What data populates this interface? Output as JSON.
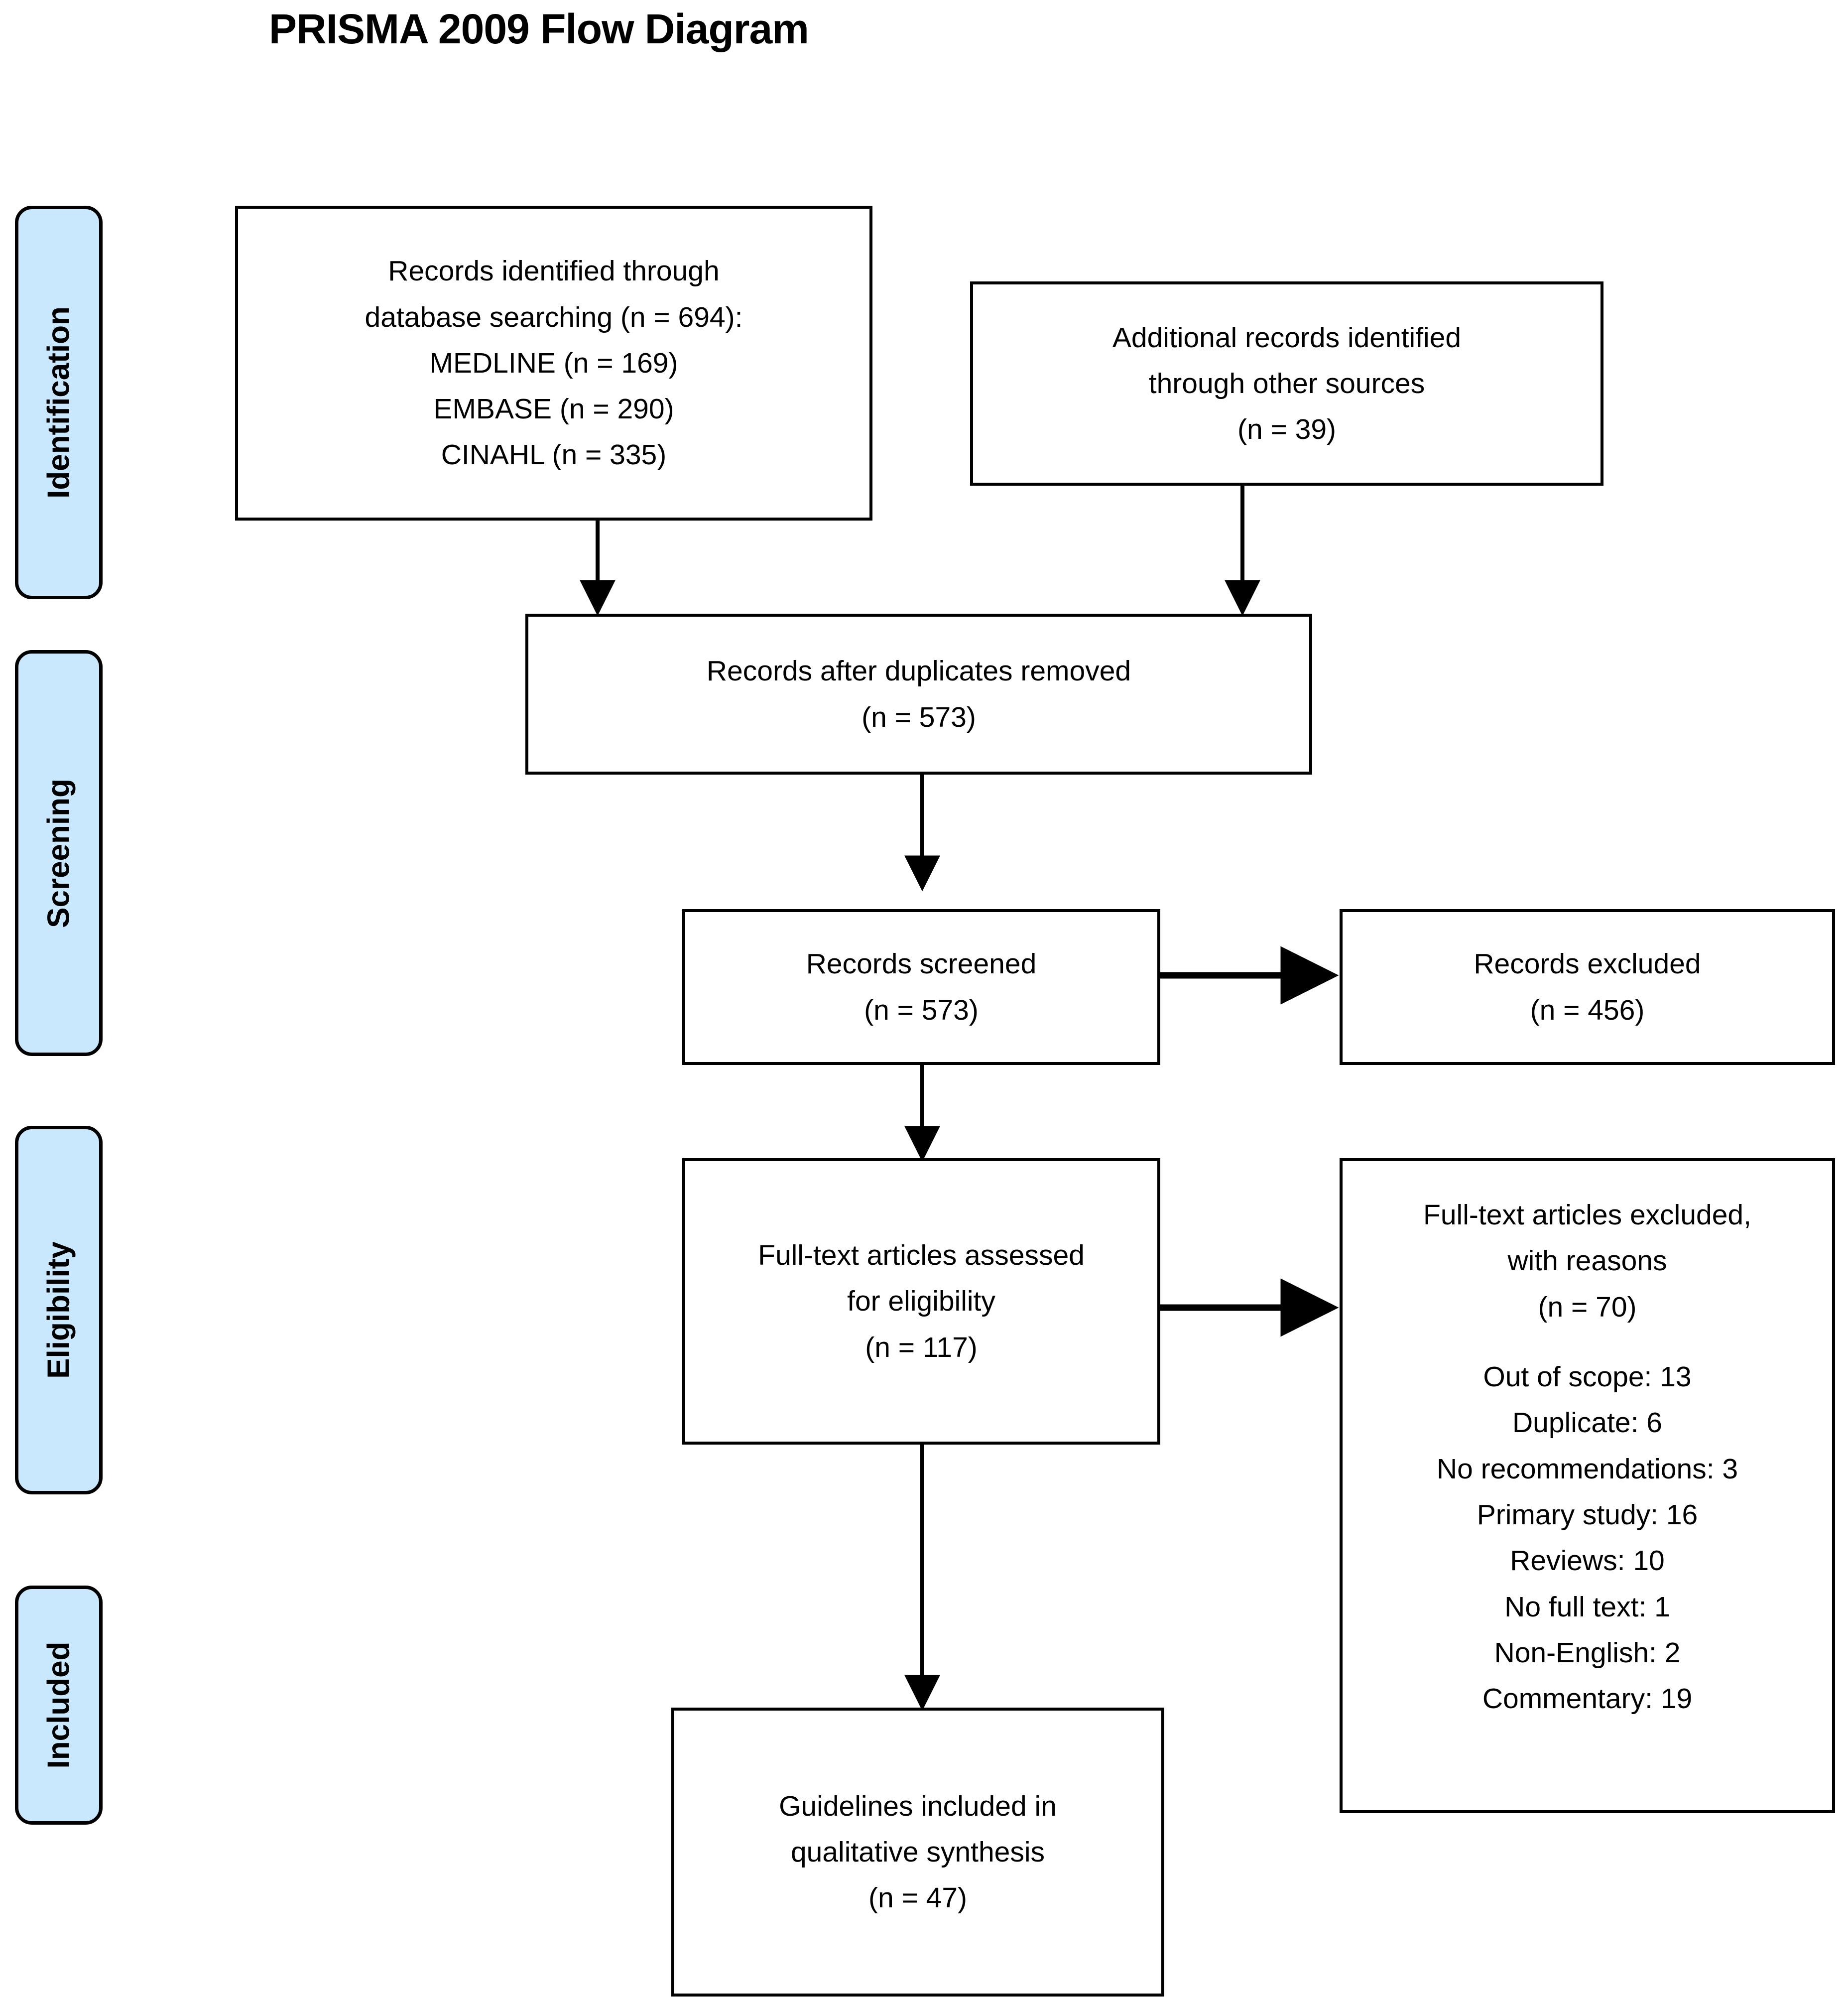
{
  "title": "PRISMA 2009 Flow Diagram",
  "colors": {
    "stage_fill": "#c9e8fd",
    "stroke": "#000000",
    "box_fill": "#ffffff"
  },
  "stages": [
    {
      "id": "identification",
      "label": "Identification"
    },
    {
      "id": "screening",
      "label": "Screening"
    },
    {
      "id": "eligibility",
      "label": "Eligibility"
    },
    {
      "id": "included",
      "label": "Included"
    }
  ],
  "boxes": {
    "database_search": {
      "lines": [
        "Records identified through",
        "database searching (n = 694):",
        "MEDLINE (n = 169)",
        "EMBASE (n = 290)",
        "CINAHL (n = 335)"
      ]
    },
    "other_sources": {
      "lines": [
        "Additional records identified",
        "through other sources",
        "(n = 39)"
      ]
    },
    "duplicates_removed": {
      "lines": [
        "Records after duplicates removed",
        "(n = 573)"
      ]
    },
    "records_screened": {
      "lines": [
        "Records screened",
        "(n = 573)"
      ]
    },
    "records_excluded": {
      "lines": [
        "Records excluded",
        "(n = 456)"
      ]
    },
    "fulltext_assessed": {
      "lines": [
        "Full-text articles assessed",
        "for eligibility",
        "(n = 117)"
      ]
    },
    "fulltext_excluded": {
      "header": [
        "Full-text articles excluded,",
        "with reasons",
        "(n = 70)"
      ],
      "reasons": [
        "Out of scope: 13",
        "Duplicate: 6",
        "No recommendations: 3",
        "Primary study: 16",
        "Reviews: 10",
        "No full text: 1",
        "Non-English: 2",
        "Commentary: 19"
      ]
    },
    "included_synthesis": {
      "lines": [
        "Guidelines included in",
        "qualitative synthesis",
        "(n = 47)"
      ]
    }
  },
  "chart_data": {
    "type": "diagram",
    "title": "PRISMA 2009 Flow Diagram",
    "nodes": [
      {
        "id": "database_search",
        "stage": "Identification",
        "n": 694,
        "breakdown": {
          "MEDLINE": 169,
          "EMBASE": 290,
          "CINAHL": 335
        }
      },
      {
        "id": "other_sources",
        "stage": "Identification",
        "n": 39
      },
      {
        "id": "duplicates_removed",
        "stage": "Screening",
        "n": 573
      },
      {
        "id": "records_screened",
        "stage": "Screening",
        "n": 573
      },
      {
        "id": "records_excluded",
        "stage": "Screening",
        "n": 456
      },
      {
        "id": "fulltext_assessed",
        "stage": "Eligibility",
        "n": 117
      },
      {
        "id": "fulltext_excluded",
        "stage": "Eligibility",
        "n": 70,
        "breakdown": {
          "Out of scope": 13,
          "Duplicate": 6,
          "No recommendations": 3,
          "Primary study": 16,
          "Reviews": 10,
          "No full text": 1,
          "Non-English": 2,
          "Commentary": 19
        }
      },
      {
        "id": "included_synthesis",
        "stage": "Included",
        "n": 47
      }
    ],
    "edges": [
      {
        "from": "database_search",
        "to": "duplicates_removed"
      },
      {
        "from": "other_sources",
        "to": "duplicates_removed"
      },
      {
        "from": "duplicates_removed",
        "to": "records_screened"
      },
      {
        "from": "records_screened",
        "to": "records_excluded"
      },
      {
        "from": "records_screened",
        "to": "fulltext_assessed"
      },
      {
        "from": "fulltext_assessed",
        "to": "fulltext_excluded"
      },
      {
        "from": "fulltext_assessed",
        "to": "included_synthesis"
      }
    ]
  }
}
